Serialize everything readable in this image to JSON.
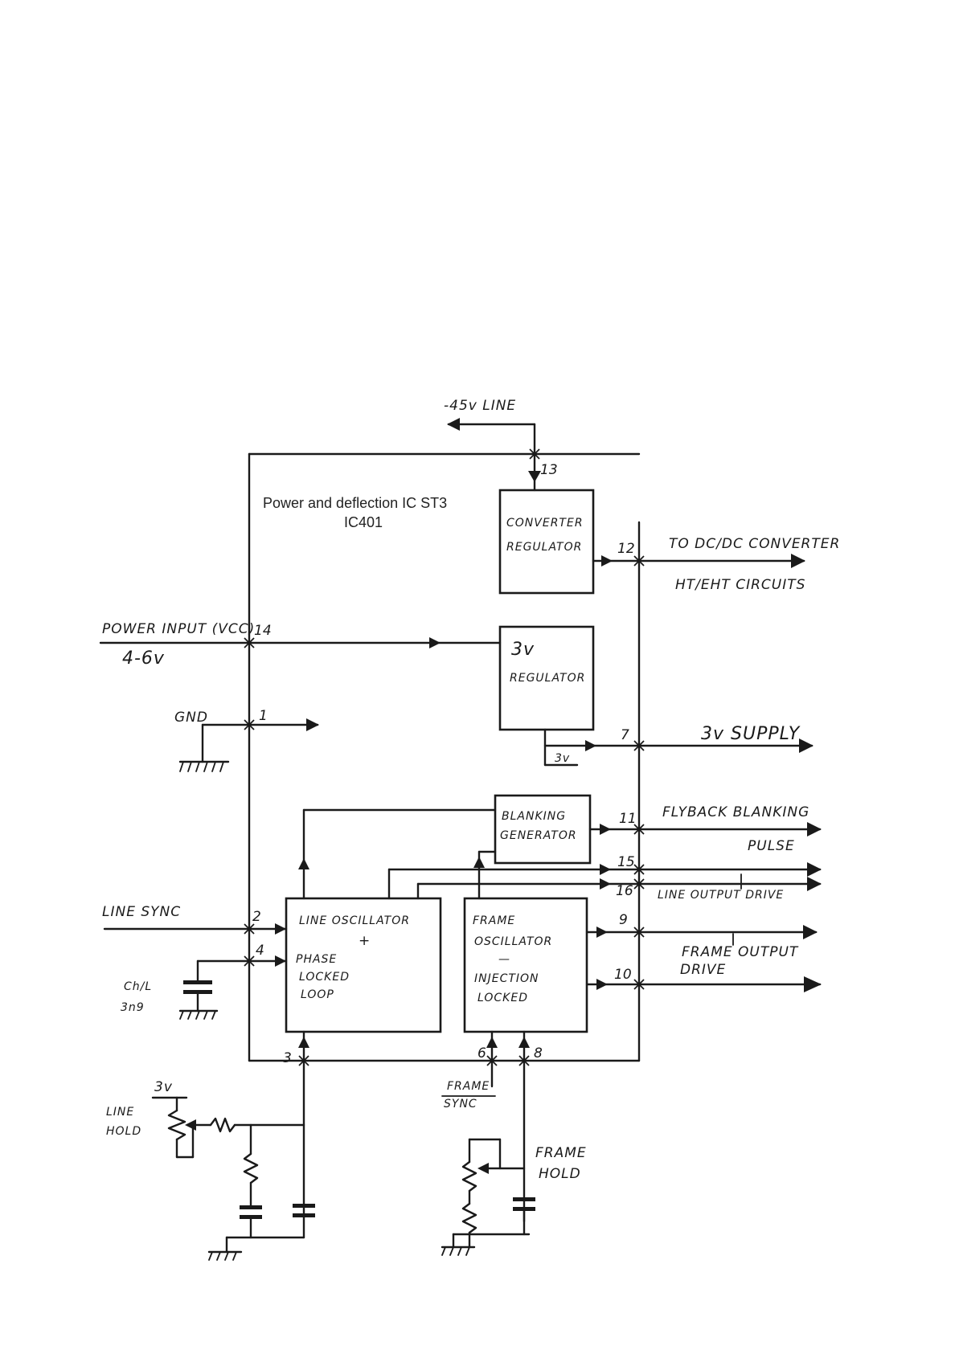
{
  "title": {
    "line1": "Power and deflection IC ST3",
    "line2": "IC401"
  },
  "blocks": {
    "converter_regulator": [
      "CONVERTER",
      "REGULATOR"
    ],
    "regulator_3v": [
      "3v",
      "REGULATOR"
    ],
    "blanking_generator": [
      "BLANKING",
      "GENERATOR"
    ],
    "line_oscillator": [
      "LINE OSCILLATOR",
      "+",
      "PHASE",
      "LOCKED",
      "LOOP"
    ],
    "frame_oscillator": [
      "FRAME",
      "OSCILLATOR",
      "—",
      "INJECTION",
      "LOCKED"
    ]
  },
  "signals": {
    "line_45v": "-45v LINE",
    "to_dcdc": "TO DC/DC CONVERTER",
    "ht_eht": "HT/EHT CIRCUITS",
    "power_input": "POWER INPUT (VCC)",
    "power_voltage": "4-6v",
    "gnd": "GND",
    "supply_3v": "3v SUPPLY",
    "local_3v": "3v",
    "flyback_1": "FLYBACK BLANKING",
    "flyback_2": "PULSE",
    "line_output_drive": "LINE OUTPUT DRIVE",
    "line_sync": "LINE SYNC",
    "frame_output_1": "FRAME OUTPUT",
    "frame_output_2": "DRIVE",
    "cap_label_1": "Ch/L",
    "cap_label_2": "3n9",
    "line_hold_supply": "3v",
    "line_hold_1": "LINE",
    "line_hold_2": "HOLD",
    "frame_sync_1": "FRAME",
    "frame_sync_2": "SYNC",
    "frame_hold_1": "FRAME",
    "frame_hold_2": "HOLD"
  },
  "pins": {
    "p13": "13",
    "p12": "12",
    "p14": "14",
    "p1": "1",
    "p7": "7",
    "p11": "11",
    "p15": "15",
    "p16": "16",
    "p9": "9",
    "p10": "10",
    "p2": "2",
    "p4": "4",
    "p3": "3",
    "p6": "6",
    "p8": "8"
  }
}
